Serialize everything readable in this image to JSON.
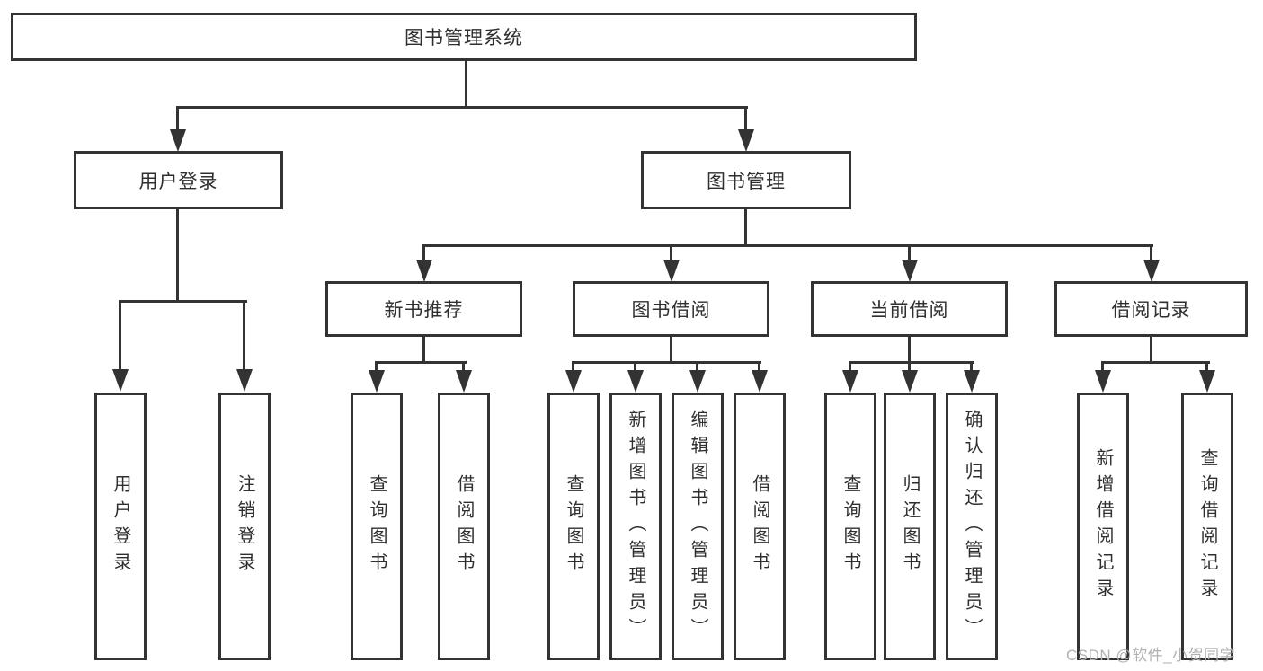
{
  "tree": {
    "root": {
      "label": "图书管理系统"
    },
    "branches": [
      {
        "label": "用户登录",
        "children": [
          {
            "label": "用户登录"
          },
          {
            "label": "注销登录"
          }
        ]
      },
      {
        "label": "图书管理",
        "children": [
          {
            "label": "新书推荐",
            "children": [
              {
                "label": "查询图书"
              },
              {
                "label": "借阅图书"
              }
            ]
          },
          {
            "label": "图书借阅",
            "children": [
              {
                "label": "查询图书"
              },
              {
                "label": "新增图书（管理员）"
              },
              {
                "label": "编辑图书（管理员）"
              },
              {
                "label": "借阅图书"
              }
            ]
          },
          {
            "label": "当前借阅",
            "children": [
              {
                "label": "查询图书"
              },
              {
                "label": "归还图书"
              },
              {
                "label": "确认归还（管理员）"
              }
            ]
          },
          {
            "label": "借阅记录",
            "children": [
              {
                "label": "新增借阅记录"
              },
              {
                "label": "查询借阅记录"
              }
            ]
          }
        ]
      }
    ]
  },
  "watermark": {
    "text": "CSDN @软件_小贺同学",
    "color": "#b2b2b2"
  },
  "colors": {
    "line": "#333333",
    "box_border": "#333333",
    "box_fill": "#ffffff",
    "text": "#2f2f2f",
    "background": "#ffffff"
  }
}
